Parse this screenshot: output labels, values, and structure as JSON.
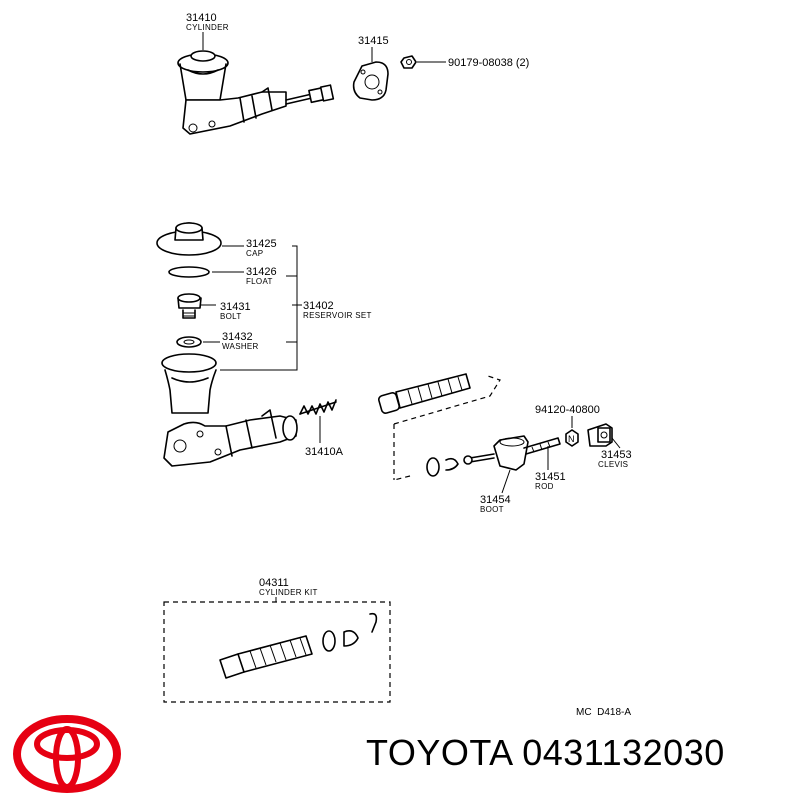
{
  "diagram": {
    "parts": [
      {
        "number": "31410",
        "name": "CYLINDER"
      },
      {
        "number": "31415",
        "name": ""
      },
      {
        "number": "90179-08038 (2)",
        "name": ""
      },
      {
        "number": "31425",
        "name": "CAP"
      },
      {
        "number": "31426",
        "name": "FLOAT"
      },
      {
        "number": "31431",
        "name": "BOLT"
      },
      {
        "number": "31432",
        "name": "WASHER"
      },
      {
        "number": "31402",
        "name": "RESERVOIR SET"
      },
      {
        "number": "31410A",
        "name": ""
      },
      {
        "number": "94120-40800",
        "name": ""
      },
      {
        "number": "31453",
        "name": "CLEVIS"
      },
      {
        "number": "31451",
        "name": "ROD"
      },
      {
        "number": "31454",
        "name": "BOOT"
      },
      {
        "number": "04311",
        "name": "CYLINDER KIT"
      }
    ],
    "nut_marker": "N",
    "drawing_code": "MC  D418-A"
  },
  "footer": {
    "brand_text": "TOYOTA 0431132030",
    "logo_color": "#e60012"
  }
}
